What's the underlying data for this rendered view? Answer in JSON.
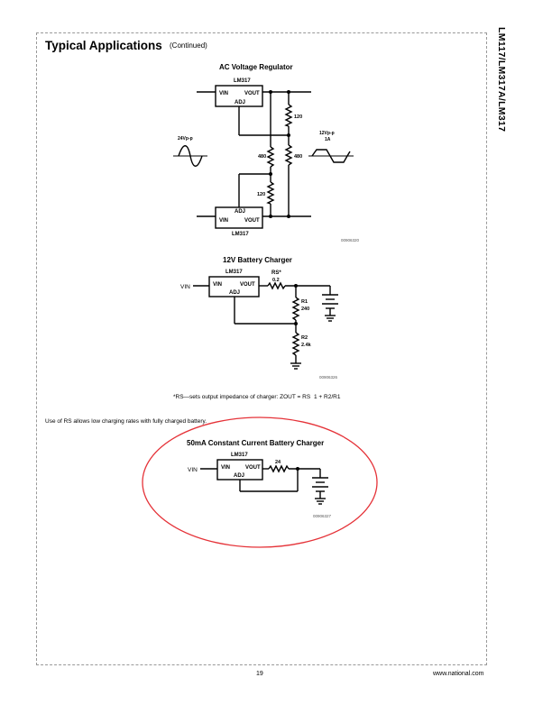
{
  "page": {
    "side_title": "LM117/LM317A/LM317",
    "heading": "Typical Applications",
    "heading_sub": "(Continued)",
    "page_number": "19",
    "website": "www.national.com"
  },
  "ac_regulator": {
    "title": "AC Voltage Regulator",
    "top_ic": {
      "name": "LM317",
      "vin": "VIN",
      "vout": "VOUT",
      "adj": "ADJ"
    },
    "bottom_ic": {
      "name": "LM317",
      "vin": "VIN",
      "vout": "VOUT",
      "adj": "ADJ"
    },
    "r_top": "120",
    "r_mid_left": "480",
    "r_mid_right": "480",
    "r_bottom": "120",
    "input_label": "24Vp-p",
    "output_label_1": "12Vp-p",
    "output_label_2": "1A",
    "code": "00906320"
  },
  "battery_charger_12v": {
    "title": "12V Battery Charger",
    "ic": {
      "name": "LM317",
      "vin": "VIN",
      "vout": "VOUT",
      "adj": "ADJ"
    },
    "vin_label": "VIN",
    "rs_label": "RS*",
    "rs_value": "0.2",
    "r1_label": "R1",
    "r1_value": "240",
    "r2_label": "R2",
    "r2_value": "2.4k",
    "code": "00906326",
    "formula_note": "*RS—sets output impedance of charger: ZOUT = RS",
    "formula_fraction": "1 + R2/R1"
  },
  "charging_note": "Use of RS allows low charging rates with fully charged battery.",
  "constant_current_charger": {
    "title": "50mA Constant Current Battery Charger",
    "ic": {
      "name": "LM317",
      "vin": "VIN",
      "vout": "VOUT",
      "adj": "ADJ"
    },
    "vin_label": "VIN",
    "r_value": "24",
    "code": "00906327"
  },
  "colors": {
    "highlight_ellipse": "#e53238"
  }
}
